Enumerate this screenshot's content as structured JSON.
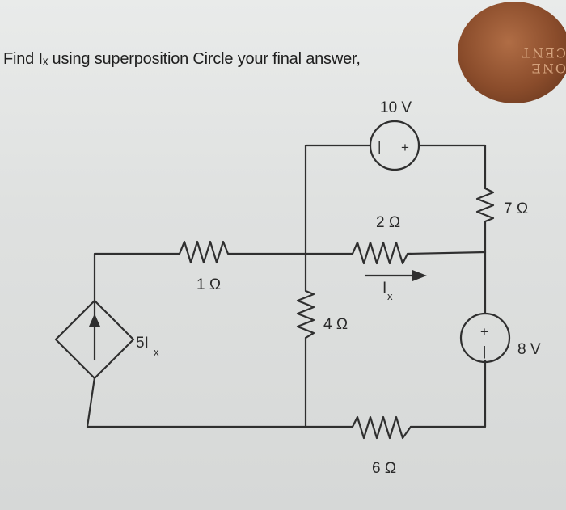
{
  "question": {
    "text": "Find Iₓ using superposition Circle your final answer,"
  },
  "coin": {
    "text": "ONE CENT"
  },
  "circuit": {
    "source_10v": {
      "label": "10 V",
      "minus": "|",
      "plus": "+"
    },
    "r_2": {
      "label": "2 Ω"
    },
    "r_7": {
      "label": "7 Ω"
    },
    "r_1": {
      "label": "1 Ω"
    },
    "r_4": {
      "label": "4 Ω"
    },
    "r_6": {
      "label": "6 Ω"
    },
    "current_label": {
      "main": "I",
      "sub": "x"
    },
    "dep_source": {
      "main": "5I",
      "sub": "x"
    },
    "source_8v": {
      "label": "8 V",
      "plus": "+",
      "minus": "|"
    }
  },
  "colors": {
    "wire": "#2f2f2f",
    "paper": "#e3e5e4",
    "coin": "#8a4c2b"
  }
}
